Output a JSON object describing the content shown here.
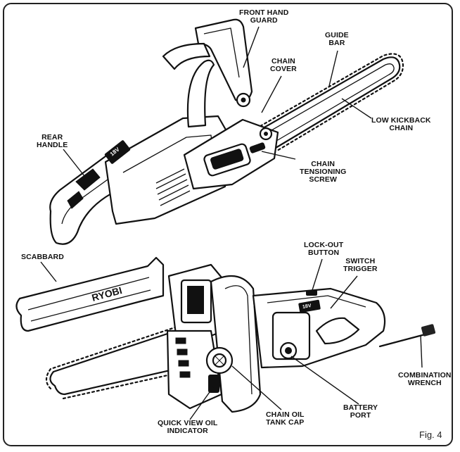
{
  "figure": {
    "caption": "Fig. 4"
  },
  "labels": {
    "front_hand_guard": "FRONT HAND\nGUARD",
    "guide_bar": "GUIDE\nBAR",
    "chain_cover": "CHAIN\nCOVER",
    "rear_handle": "REAR\nHANDLE",
    "low_kickback_chain": "LOW KICKBACK\nCHAIN",
    "chain_tensioning_screw": "CHAIN\nTENSIONING\nSCREW",
    "scabbard": "SCABBARD",
    "lock_out_button": "LOCK-OUT\nBUTTON",
    "switch_trigger": "SWITCH\nTRIGGER",
    "combination_wrench": "COMBINATION\nWRENCH",
    "battery_port": "BATTERY\nPORT",
    "chain_oil_tank_cap": "CHAIN OIL\nTANK CAP",
    "quick_view_oil_indicator": "QUICK VIEW OIL\nINDICATOR"
  },
  "brand": {
    "scabbard_logo": "RYOBI",
    "voltage_badge": "18V"
  }
}
